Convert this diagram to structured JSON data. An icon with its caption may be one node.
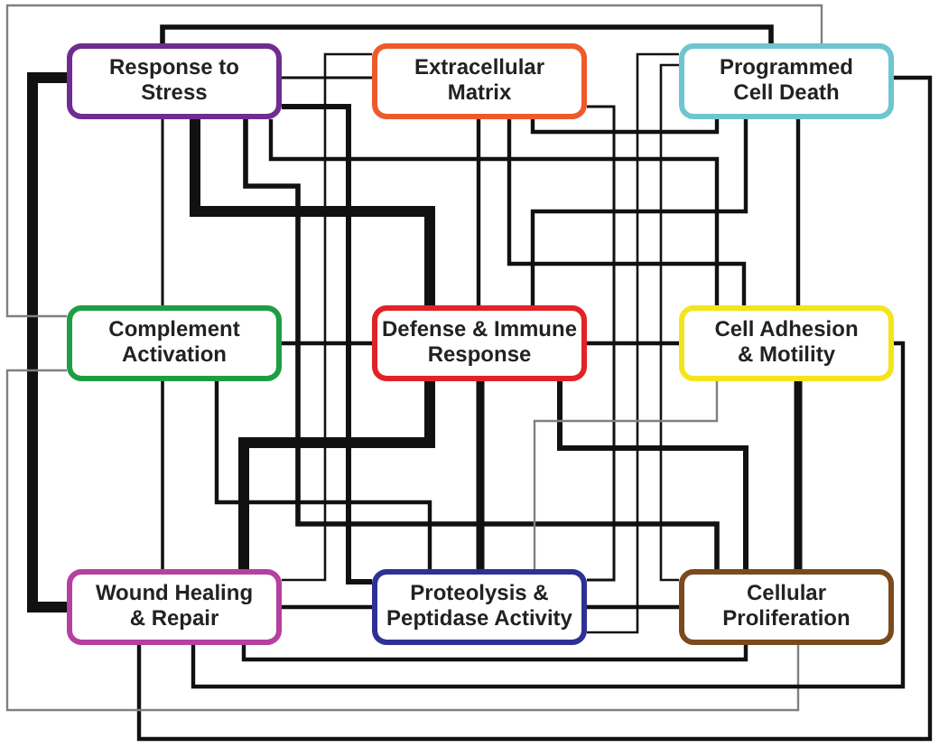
{
  "diagram": {
    "nodes": [
      {
        "text": [
          "Response to Stress"
        ]
      },
      {
        "text": [
          "Extracellular Matrix"
        ]
      },
      {
        "text": [
          "Programmed Cell Death"
        ]
      },
      {
        "text": [
          "Complement Activation"
        ]
      },
      {
        "text": [
          "Defense & Immune Response"
        ]
      },
      {
        "text": [
          "Cell Adhesion & Motility"
        ]
      },
      {
        "text": [
          "Wound Healing & Repair"
        ]
      },
      {
        "text": [
          "Proteolysis & Peptidase Activity"
        ]
      },
      {
        "text": [
          "Cellular Proliferation"
        ]
      }
    ],
    "edges": [
      {
        "from": 0,
        "to": 1,
        "arrow": "none"
      },
      {
        "from": 0,
        "to": 2,
        "arrow": "none"
      },
      {
        "from": 0,
        "to": 3,
        "arrow": "none"
      },
      {
        "from": 0,
        "to": 4,
        "arrow": "none",
        "style": "thick"
      },
      {
        "from": 0,
        "to": 5,
        "arrow": "none"
      },
      {
        "from": 0,
        "to": 6,
        "arrow": "none",
        "style": "thick"
      },
      {
        "from": 0,
        "to": 7,
        "arrow": "none"
      },
      {
        "from": 0,
        "to": 8,
        "arrow": "none"
      },
      {
        "from": 1,
        "to": 2,
        "arrow": "none"
      },
      {
        "from": 1,
        "to": 4,
        "arrow": "none"
      },
      {
        "from": 1,
        "to": 5,
        "arrow": "none"
      },
      {
        "from": 1,
        "to": 6,
        "arrow": "none"
      },
      {
        "from": 1,
        "to": 7,
        "arrow": "none"
      },
      {
        "from": 2,
        "to": 3,
        "arrow": "none",
        "color": "#808080"
      },
      {
        "from": 2,
        "to": 4,
        "arrow": "none"
      },
      {
        "from": 2,
        "to": 5,
        "arrow": "none"
      },
      {
        "from": 2,
        "to": 6,
        "arrow": "none"
      },
      {
        "from": 2,
        "to": 7,
        "arrow": "none"
      },
      {
        "from": 2,
        "to": 8,
        "arrow": "none"
      },
      {
        "from": 3,
        "to": 4,
        "arrow": "none"
      },
      {
        "from": 3,
        "to": 6,
        "arrow": "none"
      },
      {
        "from": 3,
        "to": 7,
        "arrow": "none"
      },
      {
        "from": 3,
        "to": 8,
        "arrow": "none",
        "color": "#808080"
      },
      {
        "from": 4,
        "to": 5,
        "arrow": "none"
      },
      {
        "from": 4,
        "to": 6,
        "arrow": "none",
        "style": "thick"
      },
      {
        "from": 4,
        "to": 7,
        "arrow": "none",
        "style": "thick"
      },
      {
        "from": 4,
        "to": 8,
        "arrow": "none"
      },
      {
        "from": 5,
        "to": 6,
        "arrow": "none"
      },
      {
        "from": 5,
        "to": 7,
        "arrow": "none",
        "color": "#808080"
      },
      {
        "from": 5,
        "to": 8,
        "arrow": "none",
        "style": "thick"
      },
      {
        "from": 6,
        "to": 7,
        "arrow": "none"
      },
      {
        "from": 6,
        "to": 8,
        "arrow": "none"
      },
      {
        "from": 7,
        "to": 8,
        "arrow": "none"
      }
    ]
  }
}
